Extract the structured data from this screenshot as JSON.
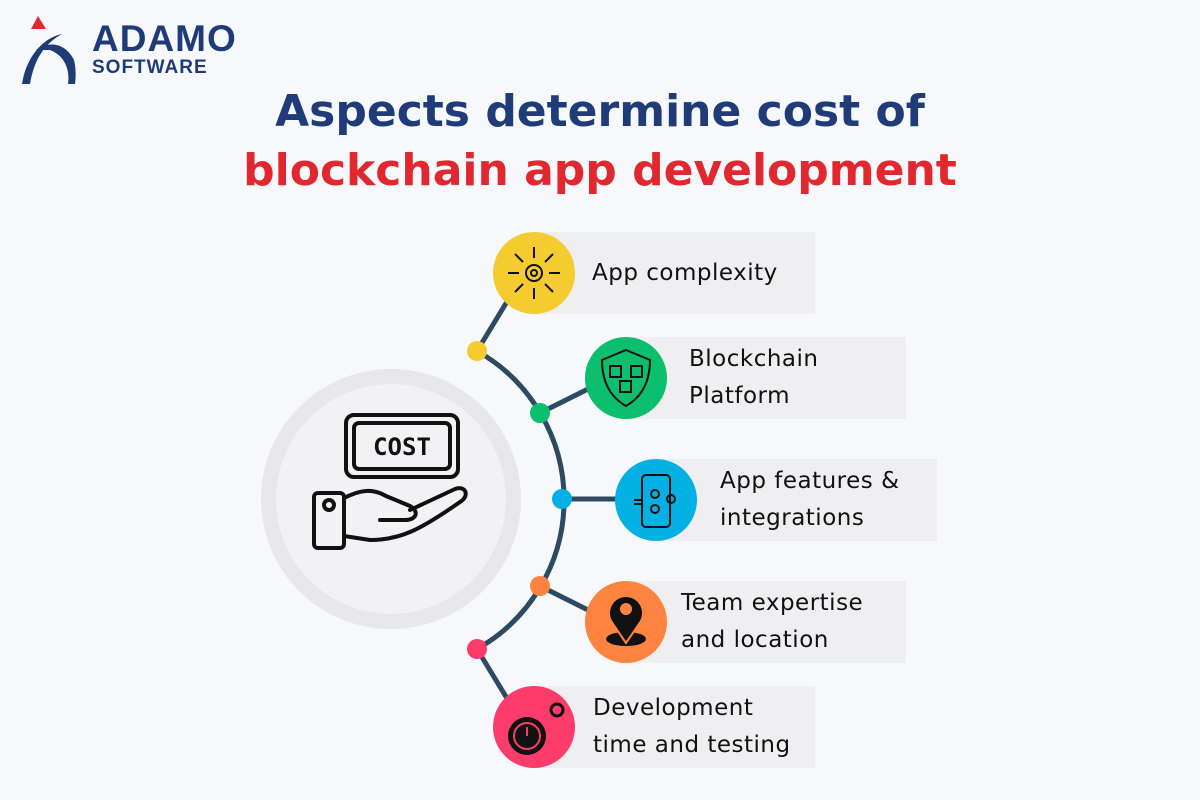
{
  "logo": {
    "name": "ADAMO",
    "sub": "SOFTWARE"
  },
  "title": {
    "line1": "Aspects determine cost of",
    "line2": "blockchain app development"
  },
  "center": {
    "label": "COST",
    "icon": "hand-holding-cost-icon"
  },
  "aspects": [
    {
      "line1": "App complexity",
      "line2": "",
      "color": "#f4cc2f",
      "icon": "network-gear-icon"
    },
    {
      "line1": "Blockchain",
      "line2": "Platform",
      "color": "#0bbf6e",
      "icon": "shield-blocks-icon"
    },
    {
      "line1": "App features &",
      "line2": "integrations",
      "color": "#03b0e3",
      "icon": "phone-gears-icon"
    },
    {
      "line1": "Team expertise",
      "line2": "and location",
      "color": "#fd8440",
      "icon": "location-pin-icon"
    },
    {
      "line1": "Development",
      "line2": "time and testing",
      "color": "#fc3d6b",
      "icon": "clock-gear-icon"
    }
  ],
  "colors": {
    "navy": "#1f3c78",
    "red": "#e0282e",
    "line": "#2d4a63"
  }
}
